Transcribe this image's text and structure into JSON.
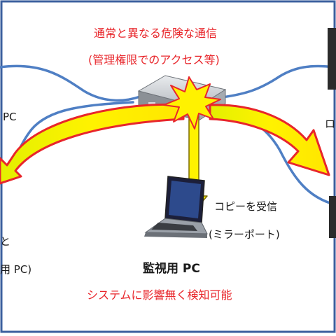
{
  "alert": {
    "line1": "通常と異なる危険な通信",
    "line2": "(管理権限でのアクセス等)"
  },
  "left": {
    "pc_label": "PC",
    "partial_char": "と",
    "bottom_label": "用 PC)"
  },
  "right": {
    "partial_char": "ロ"
  },
  "monitor": {
    "copy_line1": "コピーを受信",
    "copy_line2": "(ミラーポート)",
    "title": "監視用 PC",
    "caption": "システムに影響無く検知可能"
  },
  "colors": {
    "border": "#3b5f9e",
    "network_line": "#4f7fc4",
    "arrow_fill": "#ffee00",
    "arrow_outline": "#e8262b",
    "text_red": "#e8262b"
  }
}
